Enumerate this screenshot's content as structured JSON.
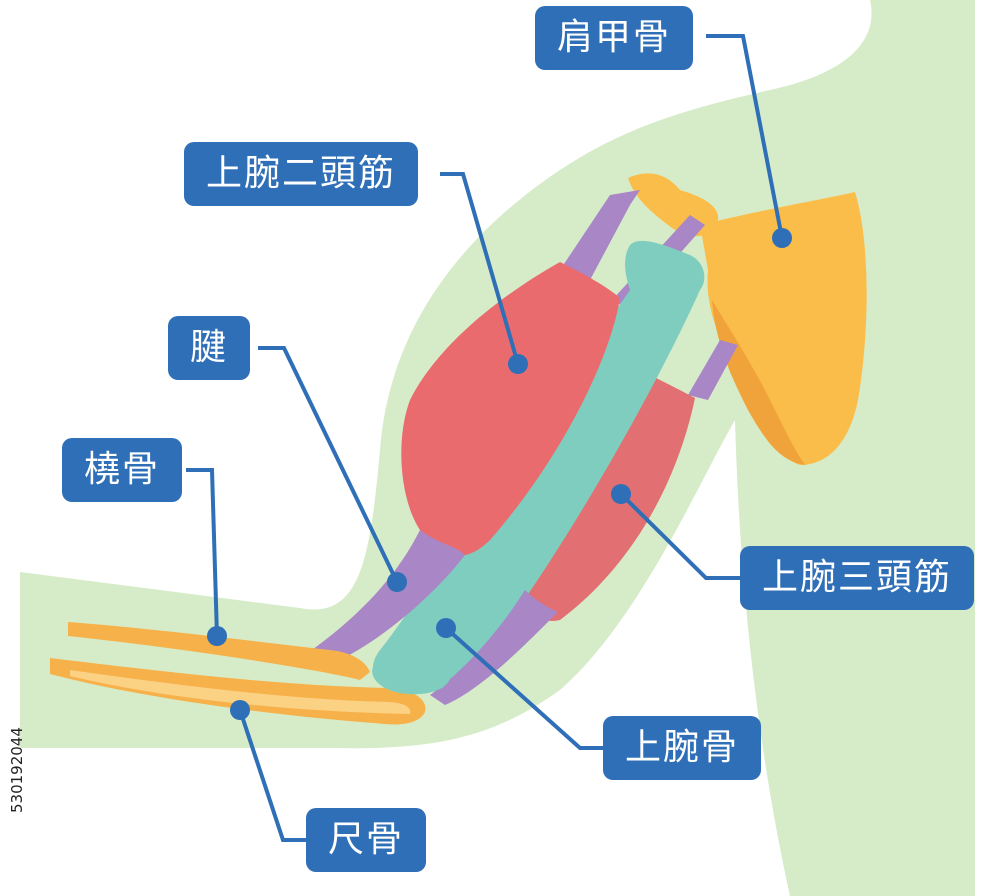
{
  "labels": {
    "scapula": "肩甲骨",
    "biceps": "上腕二頭筋",
    "tendon": "腱",
    "radius": "橈骨",
    "triceps": "上腕三頭筋",
    "humerus": "上腕骨",
    "ulna": "尺骨"
  },
  "stock_id": "530192044",
  "colors": {
    "skin": "#d6ecc9",
    "muscle": "#ea6b6e",
    "tendon": "#a986c6",
    "humerus": "#7ecdbf",
    "bone_orange": "#f7b14a",
    "scapula": "#fbbd4a",
    "label_bg": "#2f6fb7",
    "leader": "#2f6fb7"
  }
}
